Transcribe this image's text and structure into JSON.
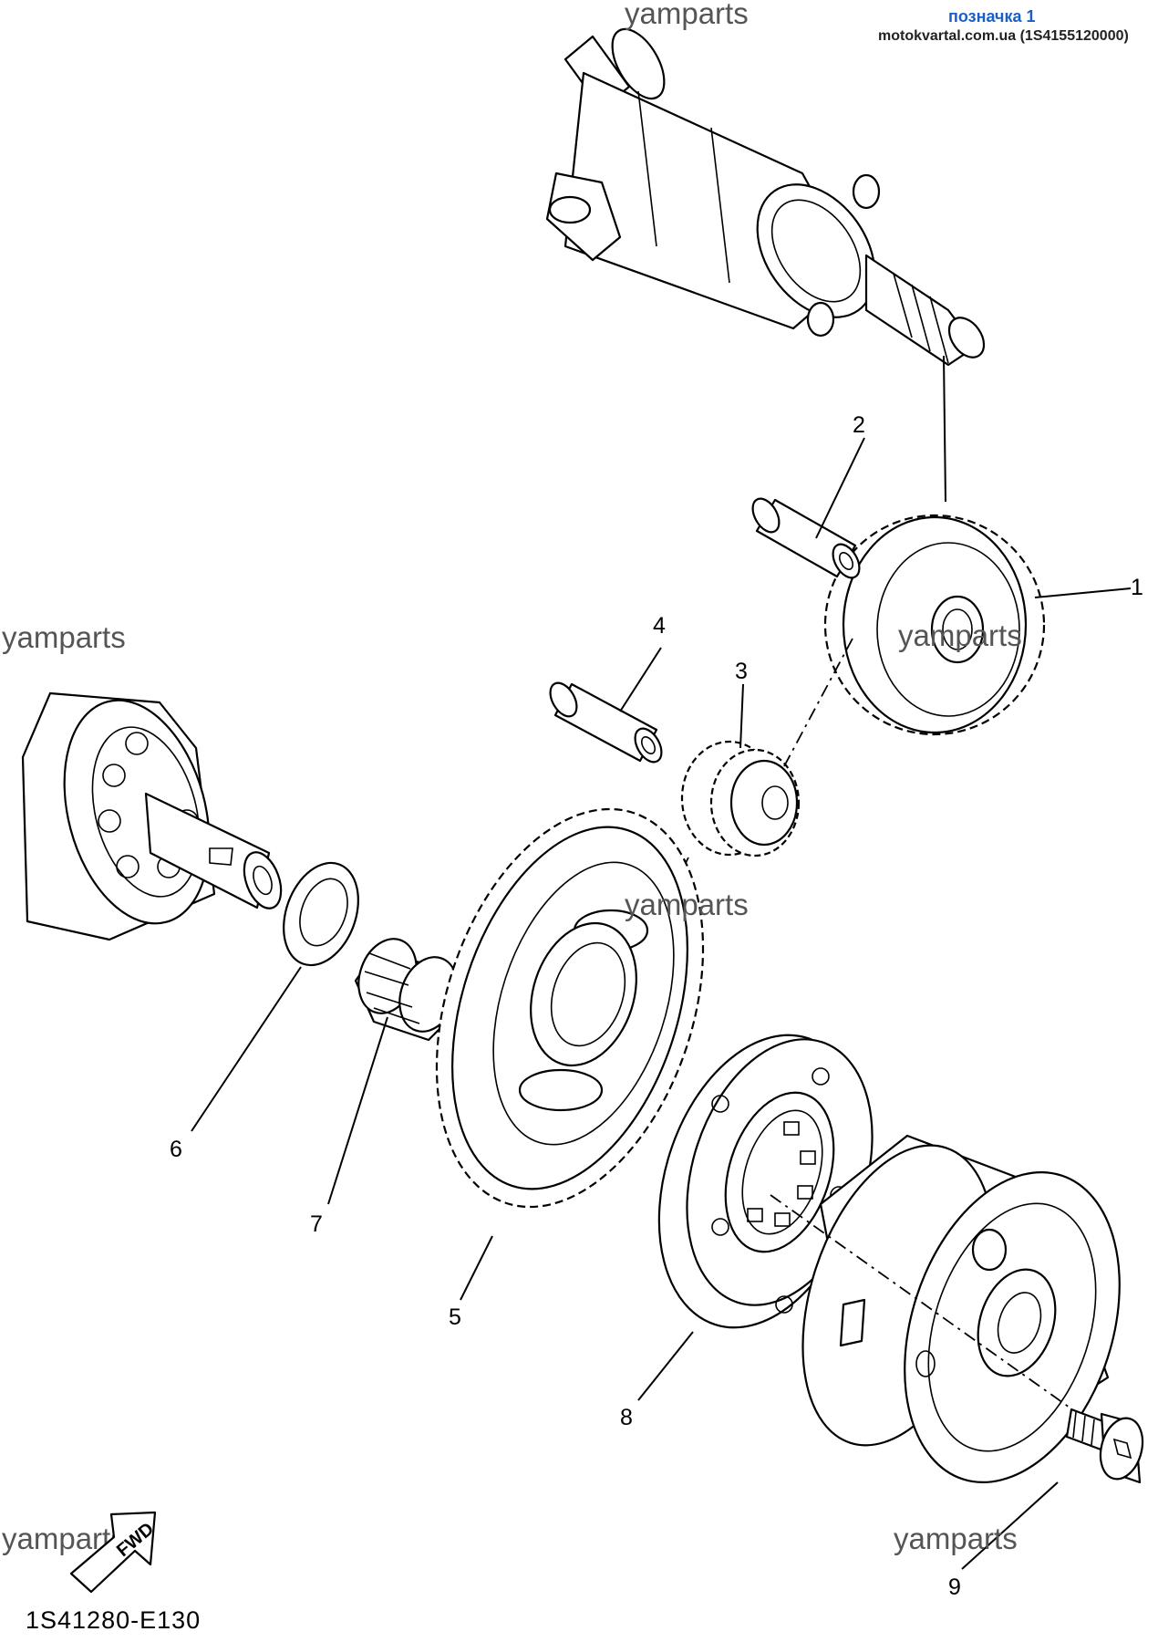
{
  "header": {
    "tag_label": "позначка 1",
    "source_line": "motokvartal.com.ua (1S4155120000)"
  },
  "watermarks": [
    "yamparts",
    "yamparts",
    "yamparts",
    "yamparts",
    "yamparts",
    "yamparts"
  ],
  "callouts": {
    "part_1": "1",
    "part_2": "2",
    "part_3": "3",
    "part_4": "4",
    "part_5": "5",
    "part_6": "6",
    "part_7": "7",
    "part_8": "8",
    "part_9": "9"
  },
  "fwd_label": "FWD",
  "diagram_ref": "1S41280-E130"
}
